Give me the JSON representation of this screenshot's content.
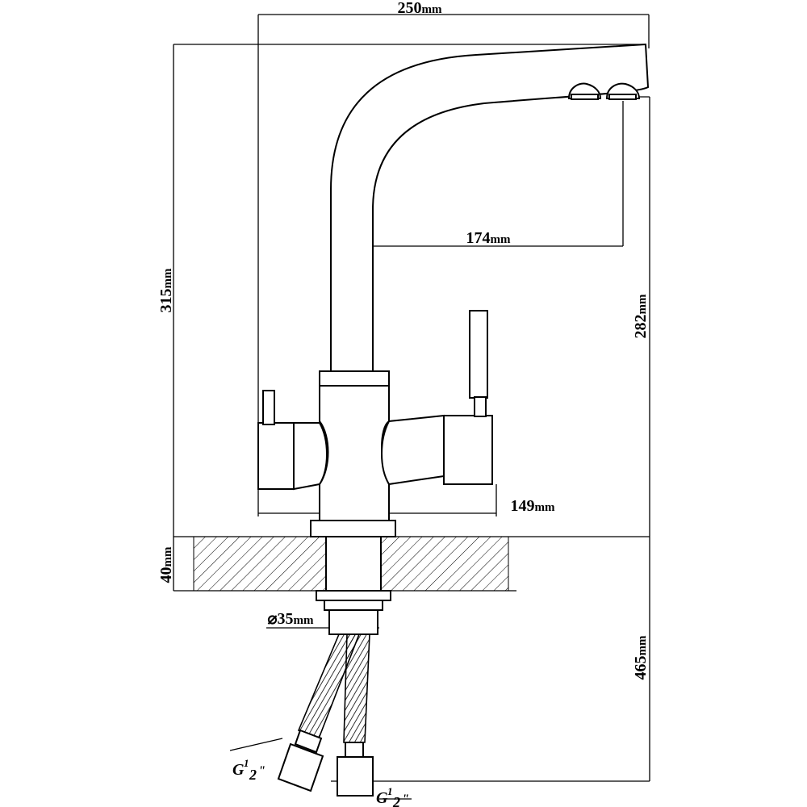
{
  "dimensions": {
    "width_total": "250",
    "height_total": "315",
    "spout_reach": "174",
    "spout_height": "282",
    "body_width": "149",
    "counter_thickness": "40",
    "hole_diameter": "⌀35",
    "hose_length": "465",
    "unit": "mm"
  },
  "threads": {
    "left": {
      "prefix": "G",
      "num": "1",
      "den": "2",
      "suffix": "\""
    },
    "right": {
      "prefix": "G",
      "num": "1",
      "den": "2",
      "suffix": "\""
    }
  }
}
